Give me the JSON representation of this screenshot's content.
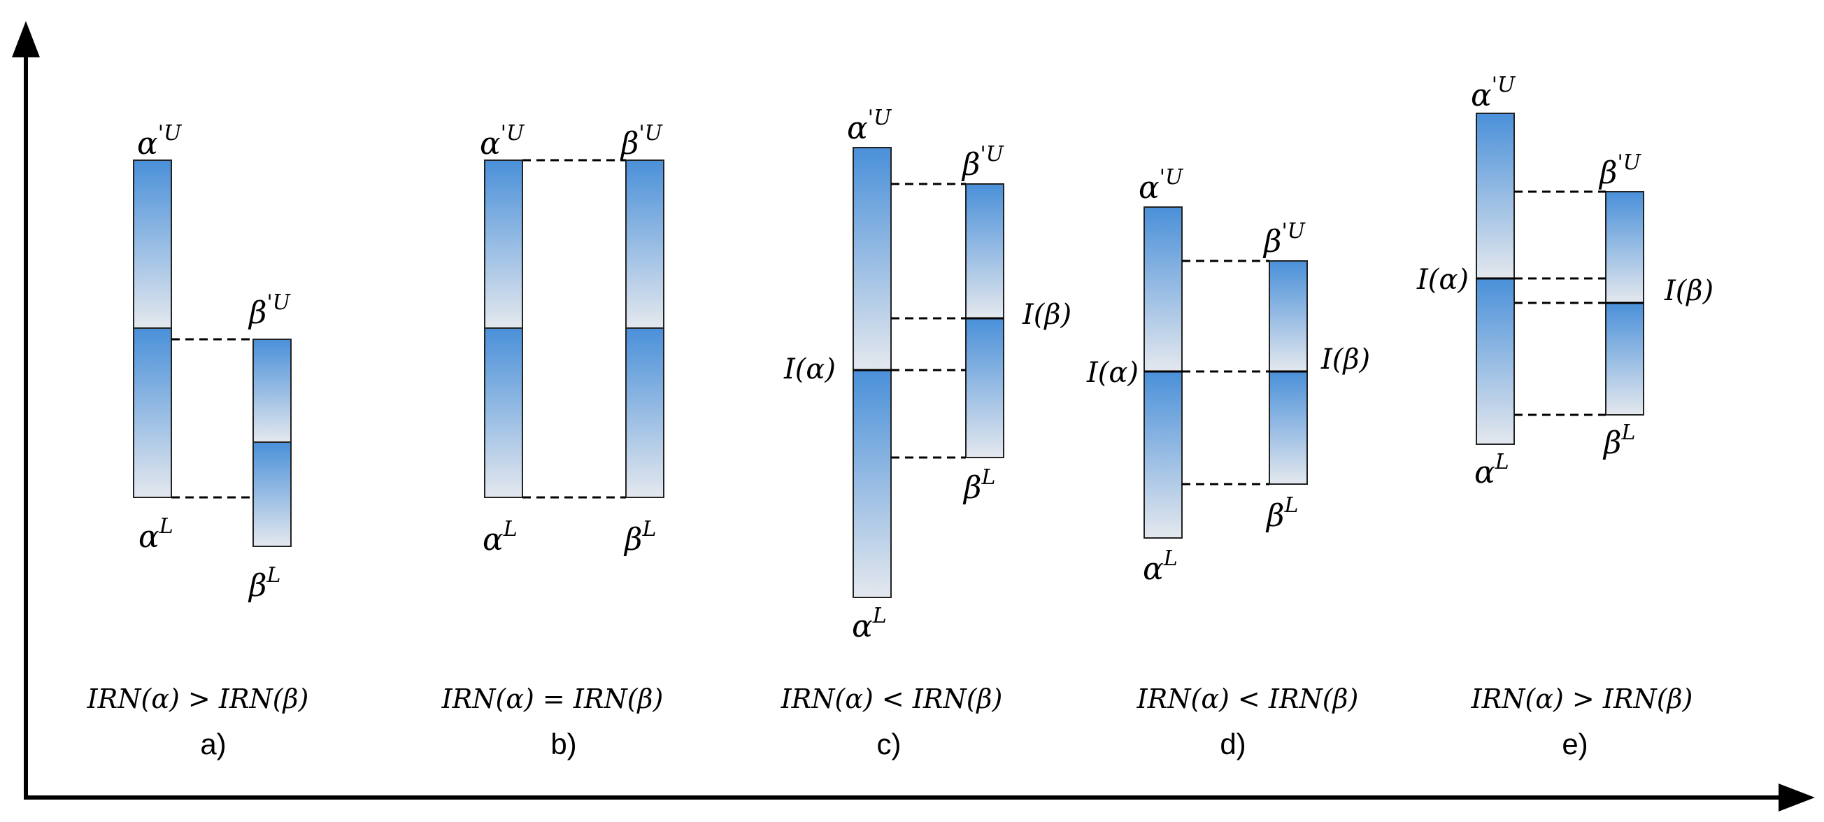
{
  "colors": {
    "bar_top": "#4a90d9",
    "bar_bottom": "#e4e8ee",
    "bar_stroke": "#222222",
    "axis": "#000000",
    "dash": "#000000"
  },
  "symbols": {
    "alpha": "α",
    "beta": "β",
    "prime_U": "'U",
    "L": "L",
    "I_alpha": "I(α)",
    "I_beta": "I(β)"
  },
  "panels": [
    {
      "id": "a",
      "relation": "IRN(α) > IRN(β)",
      "label": "a)",
      "alpha_labels": [
        "α",
        "'U",
        "α",
        "L"
      ],
      "beta_labels": [
        "β",
        "'U",
        "β",
        "L"
      ]
    },
    {
      "id": "b",
      "relation": "IRN(α) = IRN(β)",
      "label": "b)",
      "alpha_labels": [
        "α",
        "'U",
        "α",
        "L"
      ],
      "beta_labels": [
        "β",
        "'U",
        "β",
        "L"
      ]
    },
    {
      "id": "c",
      "relation": "IRN(α) < IRN(β)",
      "label": "c)",
      "alpha_labels": [
        "α",
        "'U",
        "α",
        "L"
      ],
      "beta_labels": [
        "β",
        "'U",
        "β",
        "L"
      ],
      "i_alpha": "I(α)",
      "i_beta": "I(β)"
    },
    {
      "id": "d",
      "relation": "IRN(α) < IRN(β)",
      "label": "d)",
      "alpha_labels": [
        "α",
        "'U",
        "α",
        "L"
      ],
      "beta_labels": [
        "β",
        "'U",
        "β",
        "L"
      ],
      "i_alpha": "I(α)",
      "i_beta": "I(β)"
    },
    {
      "id": "e",
      "relation": "IRN(α) > IRN(β)",
      "label": "e)",
      "alpha_labels": [
        "α",
        "'U",
        "α",
        "L"
      ],
      "beta_labels": [
        "β",
        "'U",
        "β",
        "L"
      ],
      "i_alpha": "I(α)",
      "i_beta": "I(β)"
    }
  ]
}
